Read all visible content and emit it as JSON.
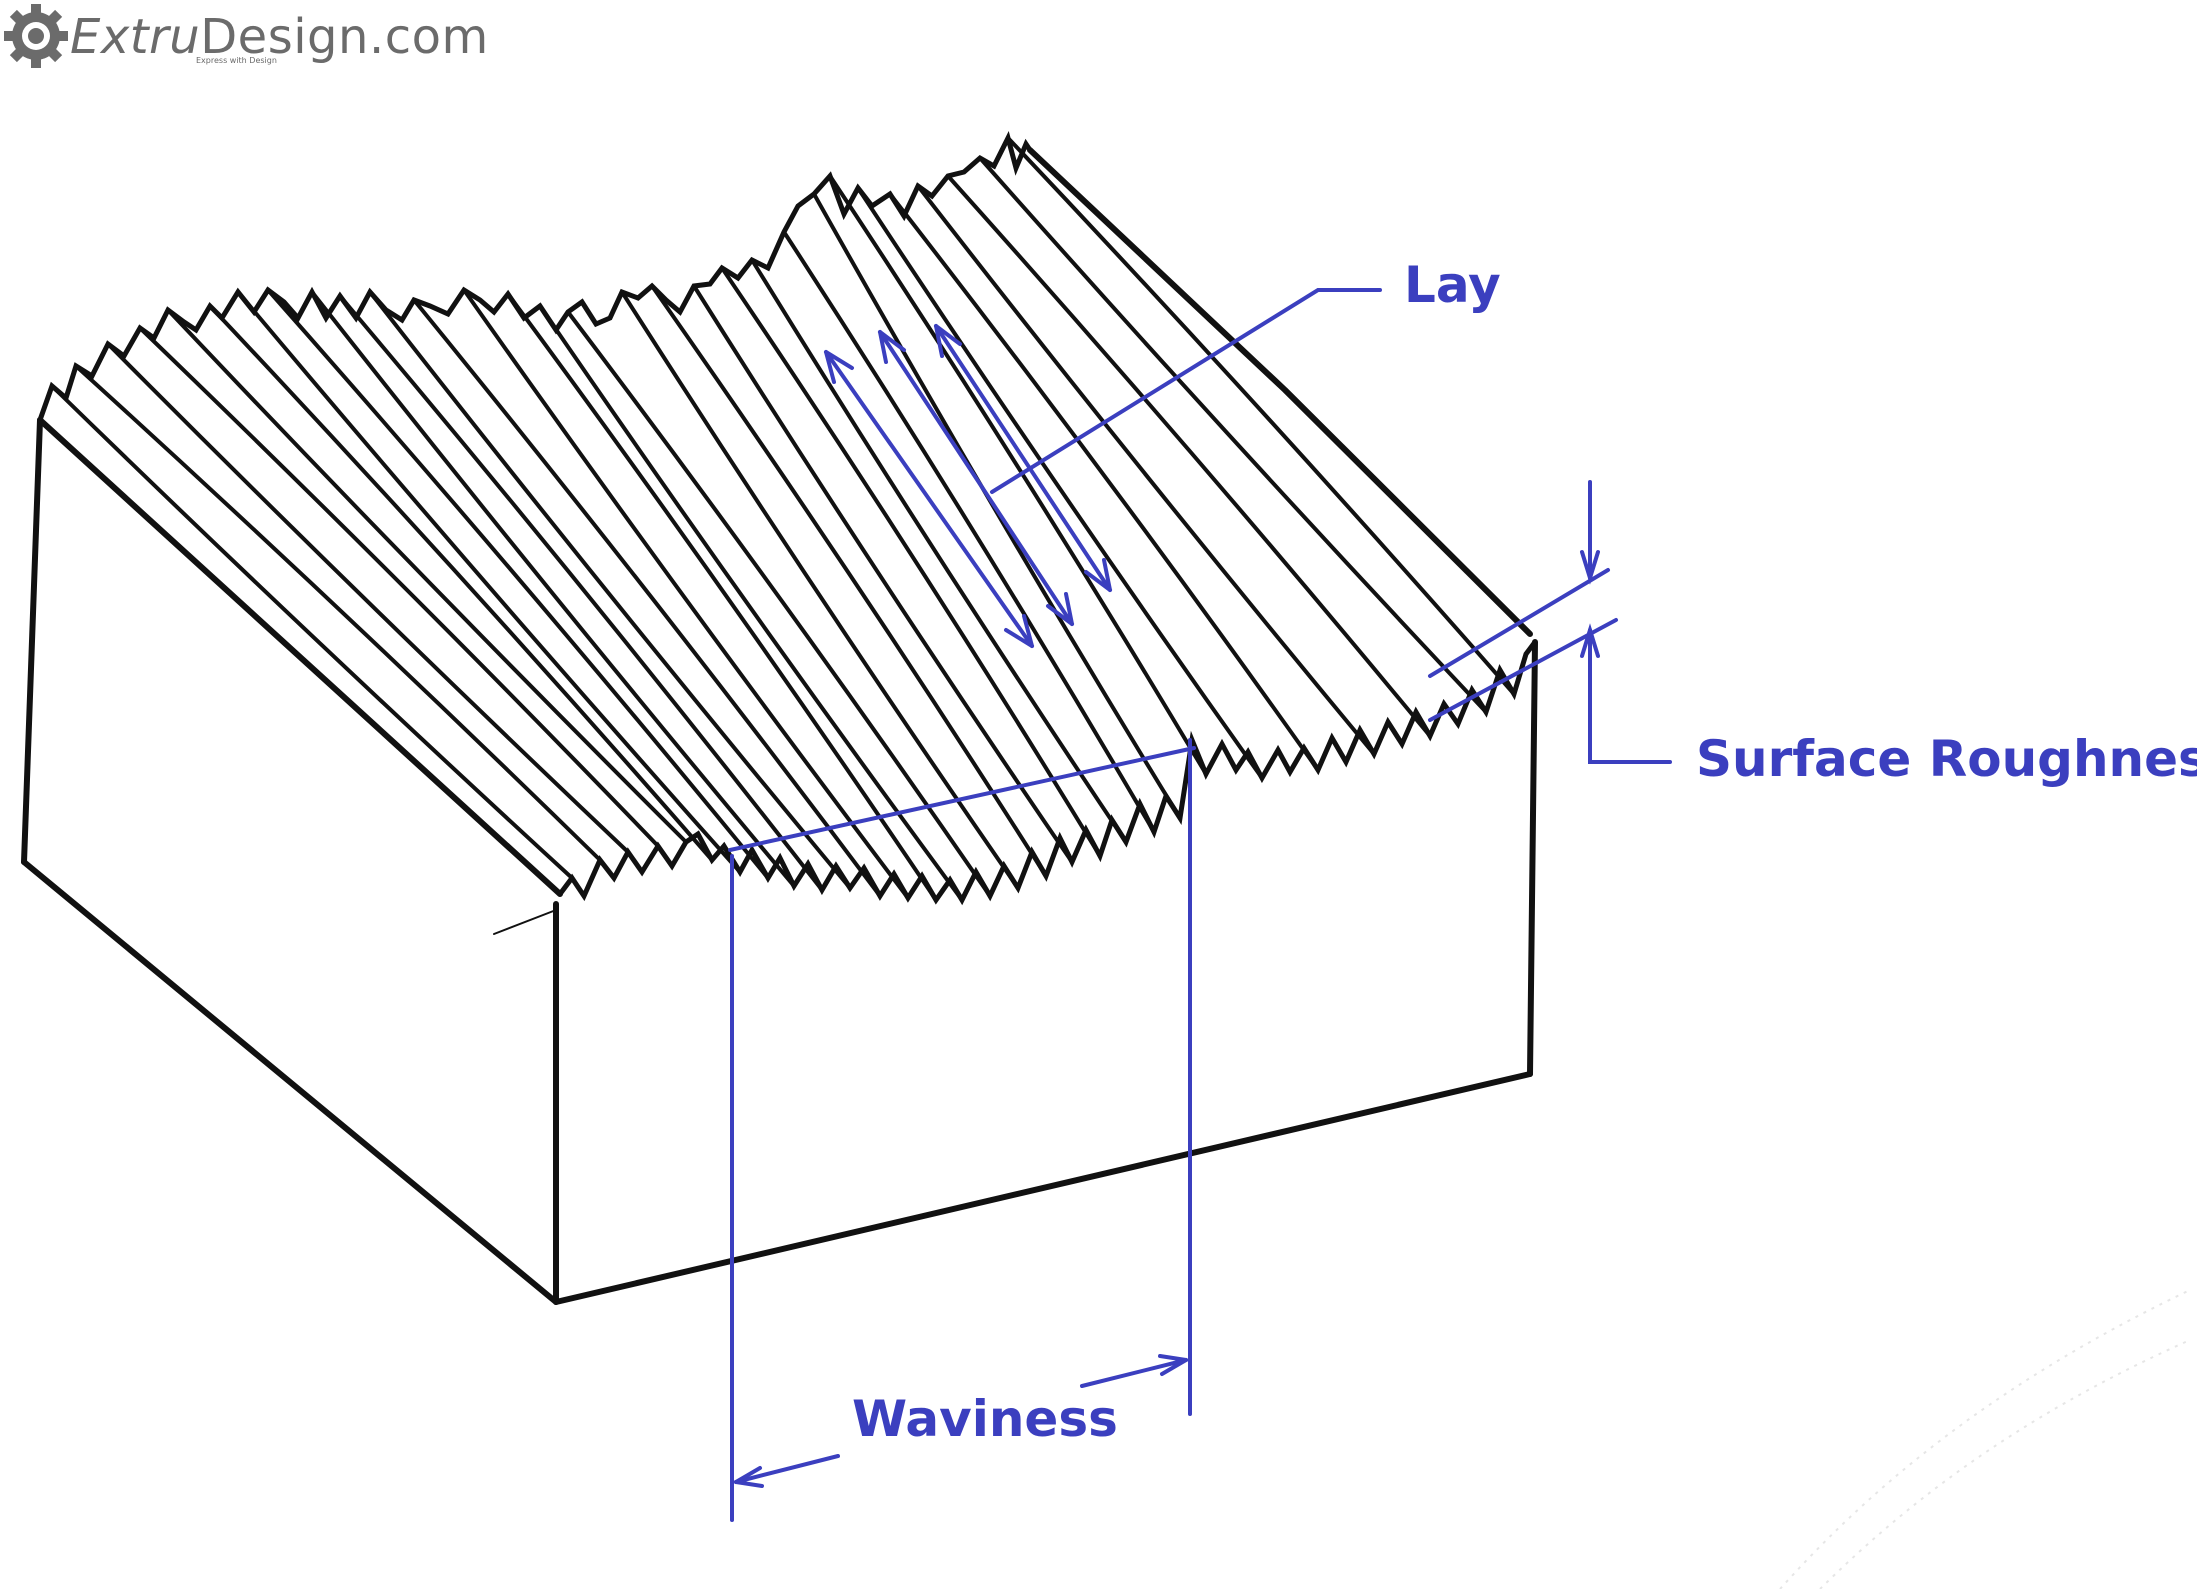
{
  "brand": {
    "name_plain_1": "Extru",
    "name_plain_2": "Design.com",
    "tagline": "Express with Design",
    "icon": "gear-icon",
    "color": "#6b6b6b"
  },
  "labels": {
    "lay": "Lay",
    "surface_roughness": "Surface Roughness",
    "waviness": "Waviness"
  },
  "colors": {
    "annotation": "#3b3fbf",
    "ink": "#111111"
  }
}
